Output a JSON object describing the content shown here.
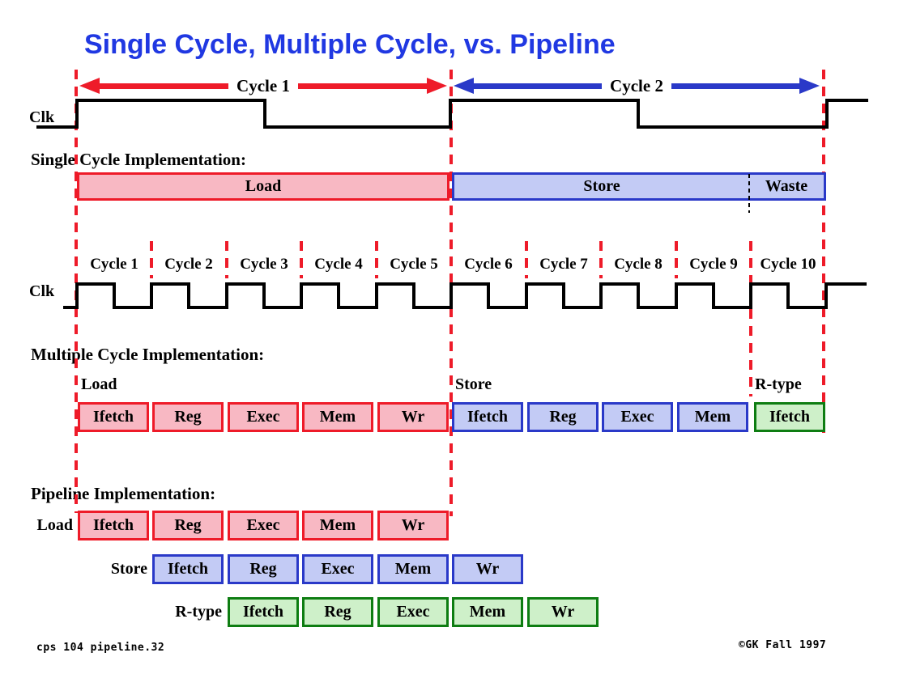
{
  "title": "Single Cycle, Multiple Cycle, vs. Pipeline",
  "colors": {
    "title_blue": "#2038E2",
    "red": "#EE1B29",
    "blue": "#2A39C8",
    "pink_fill": "#F8B8C3",
    "blue_fill": "#C3CBF5",
    "green_fill": "#CEF0C9",
    "green_border": "#0E7D12",
    "black": "#000000"
  },
  "top_clock": {
    "clk_label": "Clk",
    "cycle1": "Cycle 1",
    "cycle2": "Cycle 2"
  },
  "single_cycle": {
    "heading": "Single Cycle Implementation:",
    "segments": [
      "Load",
      "Store",
      "Waste"
    ]
  },
  "multi_clock": {
    "clk_label": "Clk",
    "cycles": [
      "Cycle 1",
      "Cycle 2",
      "Cycle 3",
      "Cycle 4",
      "Cycle 5",
      "Cycle 6",
      "Cycle 7",
      "Cycle 8",
      "Cycle 9",
      "Cycle 10"
    ]
  },
  "multiple_cycle": {
    "heading": "Multiple Cycle Implementation:",
    "groups": [
      {
        "name": "Load",
        "stages": [
          "Ifetch",
          "Reg",
          "Exec",
          "Mem",
          "Wr"
        ]
      },
      {
        "name": "Store",
        "stages": [
          "Ifetch",
          "Reg",
          "Exec",
          "Mem"
        ]
      },
      {
        "name": "R-type",
        "stages": [
          "Ifetch"
        ]
      }
    ]
  },
  "pipeline": {
    "heading": "Pipeline Implementation:",
    "rows": [
      {
        "name": "Load",
        "stages": [
          "Ifetch",
          "Reg",
          "Exec",
          "Mem",
          "Wr"
        ]
      },
      {
        "name": "Store",
        "stages": [
          "Ifetch",
          "Reg",
          "Exec",
          "Mem",
          "Wr"
        ]
      },
      {
        "name": "R-type",
        "stages": [
          "Ifetch",
          "Reg",
          "Exec",
          "Mem",
          "Wr"
        ]
      }
    ]
  },
  "footer": {
    "left": "cps 104  pipeline.32",
    "right": "©GK Fall 1997"
  }
}
